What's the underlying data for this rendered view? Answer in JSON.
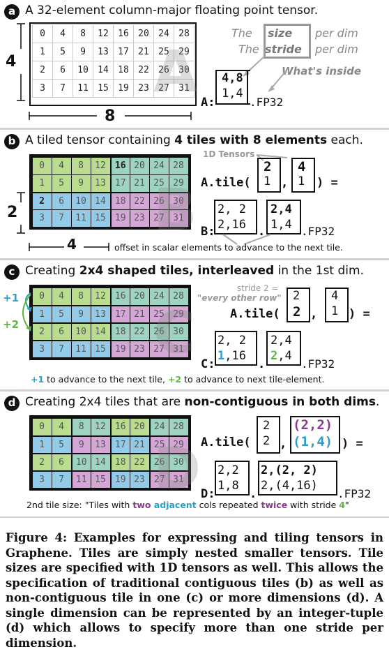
{
  "colors": {
    "green": "#b9dc8e",
    "teal": "#9ed3c4",
    "blue": "#94cbe8",
    "pink": "#d5a7d6",
    "purple": "#8b3b8f",
    "cyan": "#2a9fc9",
    "lime": "#5fb63d"
  },
  "a": {
    "badge": "a",
    "heading": "A 32-element column-major floating point tensor.",
    "dim_rows": "4",
    "dim_cols": "8",
    "watermark": "A",
    "cells": [
      [
        "0",
        "4",
        "8",
        "12",
        "16",
        "20",
        "24",
        "28"
      ],
      [
        "1",
        "5",
        "9",
        "13",
        "17",
        "21",
        "25",
        "29"
      ],
      [
        "2",
        "6",
        "10",
        "14",
        "18",
        "22",
        "26",
        "30"
      ],
      [
        "3",
        "7",
        "11",
        "15",
        "19",
        "23",
        "27",
        "31"
      ]
    ],
    "label": "A:",
    "size_row": "4,8",
    "stride_row": "1,4",
    "dtype": ".FP32",
    "the1": "The",
    "the2": "The",
    "size_word": "size",
    "stride_word": "stride",
    "per_dim1": "per dim",
    "per_dim2": "per dim",
    "inside": "What's inside"
  },
  "b": {
    "badge": "b",
    "heading_pre": "A tiled tensor containing ",
    "heading_bold": "4 tiles with 8 elements",
    "heading_post": " each.",
    "dim_rows": "2",
    "dim_cols": "4",
    "watermark": "B",
    "tensors_1d": "1D Tensors",
    "tile_call": "A.tile(",
    "tile_v1a": "2",
    "tile_v1b": "1",
    "tile_v2a": "4",
    "tile_v2b": "1",
    "tile_end": ") =",
    "comma": ",",
    "res_label": "B:",
    "r1a": "2, 2",
    "r1b": "2,16",
    "r2a": "2,4",
    "r2b": "1,4",
    "dot": ".",
    "dtype": ".FP32",
    "offset_note": "offset in scalar elements to advance to the next tile."
  },
  "c": {
    "badge": "c",
    "heading_pre": "Creating ",
    "heading_bold": "2x4 shaped tiles, interleaved",
    "heading_post": " in the 1st dim.",
    "plus1": "+1",
    "plus2": "+2",
    "watermark": "C",
    "stride_note": "stride 2 =",
    "every_other": "\"every other row\"",
    "tile_call": "A.tile(",
    "tile_v1a": "2",
    "tile_v1b": "2",
    "tile_v2a": "4",
    "tile_v2b": "1",
    "tile_end": ") =",
    "res_label": "C:",
    "r1a": "2, 2",
    "r1b_pre": "1",
    "r1b_post": ",16",
    "r2a": "2,4",
    "r2b_pre": "2",
    "r2b_post": ",4",
    "dtype": ".FP32",
    "foot_p1": "+1",
    "foot_t1": " to advance to the next tile, ",
    "foot_p2": "+2",
    "foot_t2": " to advance to next tile-element."
  },
  "d": {
    "badge": "d",
    "heading_pre": "Creating 2x4 tiles that are ",
    "heading_bold": "non-contiguous in both dims",
    "heading_post": ".",
    "watermark": "D",
    "tile_call": "A.tile(",
    "tile_v1a": "2",
    "tile_v1b": "2",
    "tile_v2a": "(2,2)",
    "tile_v2b": "(1,4)",
    "tile_end": ") =",
    "res_label": "D:",
    "r1a": "2,2",
    "r1b": "1,8",
    "r2a": "2,(2, 2)",
    "r2b": "2,(4,16)",
    "dtype": ".FP32",
    "foot_a": "2nd tile size: \"Tiles with ",
    "foot_two": "two",
    "foot_adj": " adjacent",
    "foot_b": " cols repeated ",
    "foot_twice": "twice",
    "foot_c": " with stride ",
    "foot_4": "4",
    "foot_d": "\""
  },
  "caption": "Figure 4: Examples for expressing and tiling tensors in Graphene. Tiles are simply nested smaller tensors. Tile sizes are specified with 1D tensors as well. This allows the specification of traditional contiguous tiles (b) as well as non-contiguous tile in one (c) or more dimensions (d). A single dimension can be represented by an integer-tuple (d) which allows to specify more than one stride per dimension."
}
